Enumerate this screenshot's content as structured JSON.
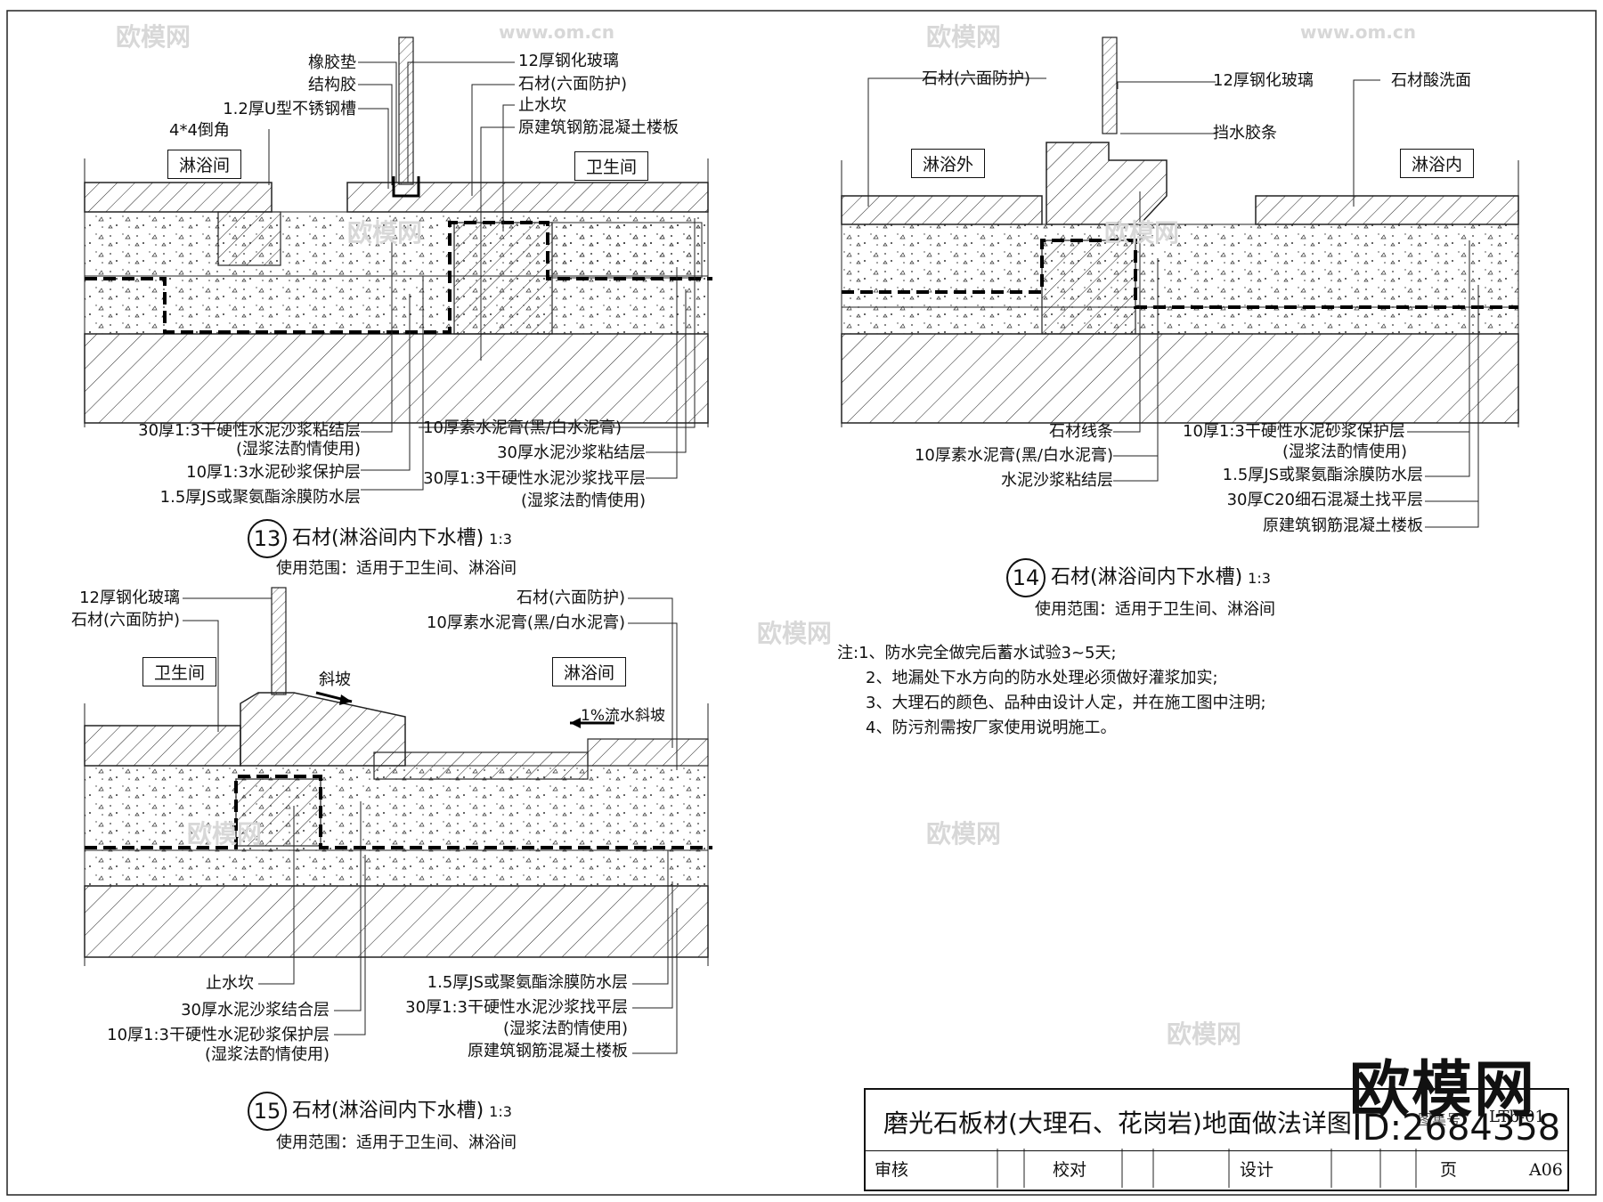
{
  "watermark": {
    "brand": "欧模网",
    "url": "www.om.cn",
    "logo": "欧模网",
    "id": "ID:2684358"
  },
  "detail13": {
    "rooms": {
      "left": "淋浴间",
      "right": "卫生间"
    },
    "labels_top": [
      "橡胶垫",
      "结构胶",
      "1.2厚U型不锈钢槽",
      "4*4倒角"
    ],
    "labels_top_right": [
      "12厚钢化玻璃",
      "石材(六面防护)",
      "止水坎",
      "原建筑钢筋混凝土楼板"
    ],
    "labels_bottom_left": [
      "30厚1:3干硬性水泥沙浆粘结层",
      "(湿浆法酌情使用)",
      "10厚1:3水泥砂浆保护层",
      "1.5厚JS或聚氨酯涂膜防水层"
    ],
    "labels_bottom_right": [
      "10厚素水泥膏(黑/白水泥膏)",
      "30厚水泥沙浆粘结层",
      "30厚1:3干硬性水泥沙浆找平层",
      "(湿浆法酌情使用)"
    ],
    "number": "13",
    "title": "石材(淋浴间内下水槽)",
    "scale": "1:3",
    "scope": "使用范围：适用于卫生间、淋浴间"
  },
  "detail14": {
    "rooms": {
      "left": "淋浴外",
      "right": "淋浴内"
    },
    "labels_top": [
      "石材(六面防护)",
      "12厚钢化玻璃",
      "石材酸洗面",
      "挡水胶条"
    ],
    "labels_bottom_left": [
      "石材线条",
      "10厚素水泥膏(黑/白水泥膏)",
      "水泥沙浆粘结层"
    ],
    "labels_bottom_right": [
      "10厚1:3干硬性水泥砂浆保护层",
      "(湿浆法酌情使用)",
      "1.5厚JS或聚氨酯涂膜防水层",
      "30厚C20细石混凝土找平层",
      "原建筑钢筋混凝土楼板"
    ],
    "number": "14",
    "title": "石材(淋浴间内下水槽)",
    "scale": "1:3",
    "scope": "使用范围：适用于卫生间、淋浴间"
  },
  "detail15": {
    "rooms": {
      "left": "卫生间",
      "right": "淋浴间"
    },
    "labels_top_left": [
      "12厚钢化玻璃",
      "石材(六面防护)"
    ],
    "labels_top_right": [
      "石材(六面防护)",
      "10厚素水泥膏(黑/白水泥膏)"
    ],
    "slope": "斜坡",
    "flow": "1%流水斜坡",
    "labels_bottom_left": [
      "止水坎",
      "30厚水泥沙浆结合层",
      "10厚1:3干硬性水泥砂浆保护层",
      "(湿浆法酌情使用)"
    ],
    "labels_bottom_right": [
      "1.5厚JS或聚氨酯涂膜防水层",
      "30厚1:3干硬性水泥沙浆找平层",
      "(湿浆法酌情使用)",
      "原建筑钢筋混凝土楼板"
    ],
    "number": "15",
    "title": "石材(淋浴间内下水槽)",
    "scale": "1:3",
    "scope": "使用范围：适用于卫生间、淋浴间"
  },
  "notes": [
    "注:1、防水完全做完后蓄水试验3~5天;",
    "2、地漏处下水方向的防水处理必须做好灌浆加实;",
    "3、大理石的颜色、品种由设计人定，并在施工图中注明;",
    "4、防污剂需按厂家使用说明施工。"
  ],
  "title_block": {
    "title": "磨光石板材(大理石、花岗岩)地面做法详图",
    "code_label": "图集号",
    "code": "LTb-01",
    "review": "审核",
    "check": "校对",
    "design": "设计",
    "page_label": "页",
    "page": "A06"
  }
}
